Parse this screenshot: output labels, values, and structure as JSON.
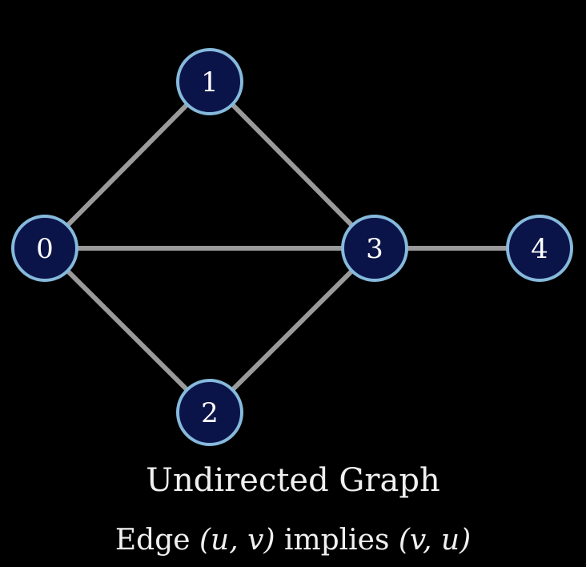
{
  "graph": {
    "nodes": [
      {
        "id": "0",
        "label": "0"
      },
      {
        "id": "1",
        "label": "1"
      },
      {
        "id": "2",
        "label": "2"
      },
      {
        "id": "3",
        "label": "3"
      },
      {
        "id": "4",
        "label": "4"
      }
    ],
    "edges": [
      [
        "0",
        "1"
      ],
      [
        "0",
        "3"
      ],
      [
        "0",
        "2"
      ],
      [
        "1",
        "3"
      ],
      [
        "2",
        "3"
      ],
      [
        "3",
        "4"
      ]
    ],
    "colors": {
      "background": "#000000",
      "node_fill": "#0b1448",
      "node_stroke": "#86b9dc",
      "edge": "#9a9a9a",
      "text": "#ffffff"
    }
  },
  "caption": {
    "title": "Undirected Graph",
    "subtitle_prefix": "Edge ",
    "subtitle_edge": "(u, v)",
    "subtitle_middle": " implies ",
    "subtitle_reverse": "(v, u)"
  }
}
